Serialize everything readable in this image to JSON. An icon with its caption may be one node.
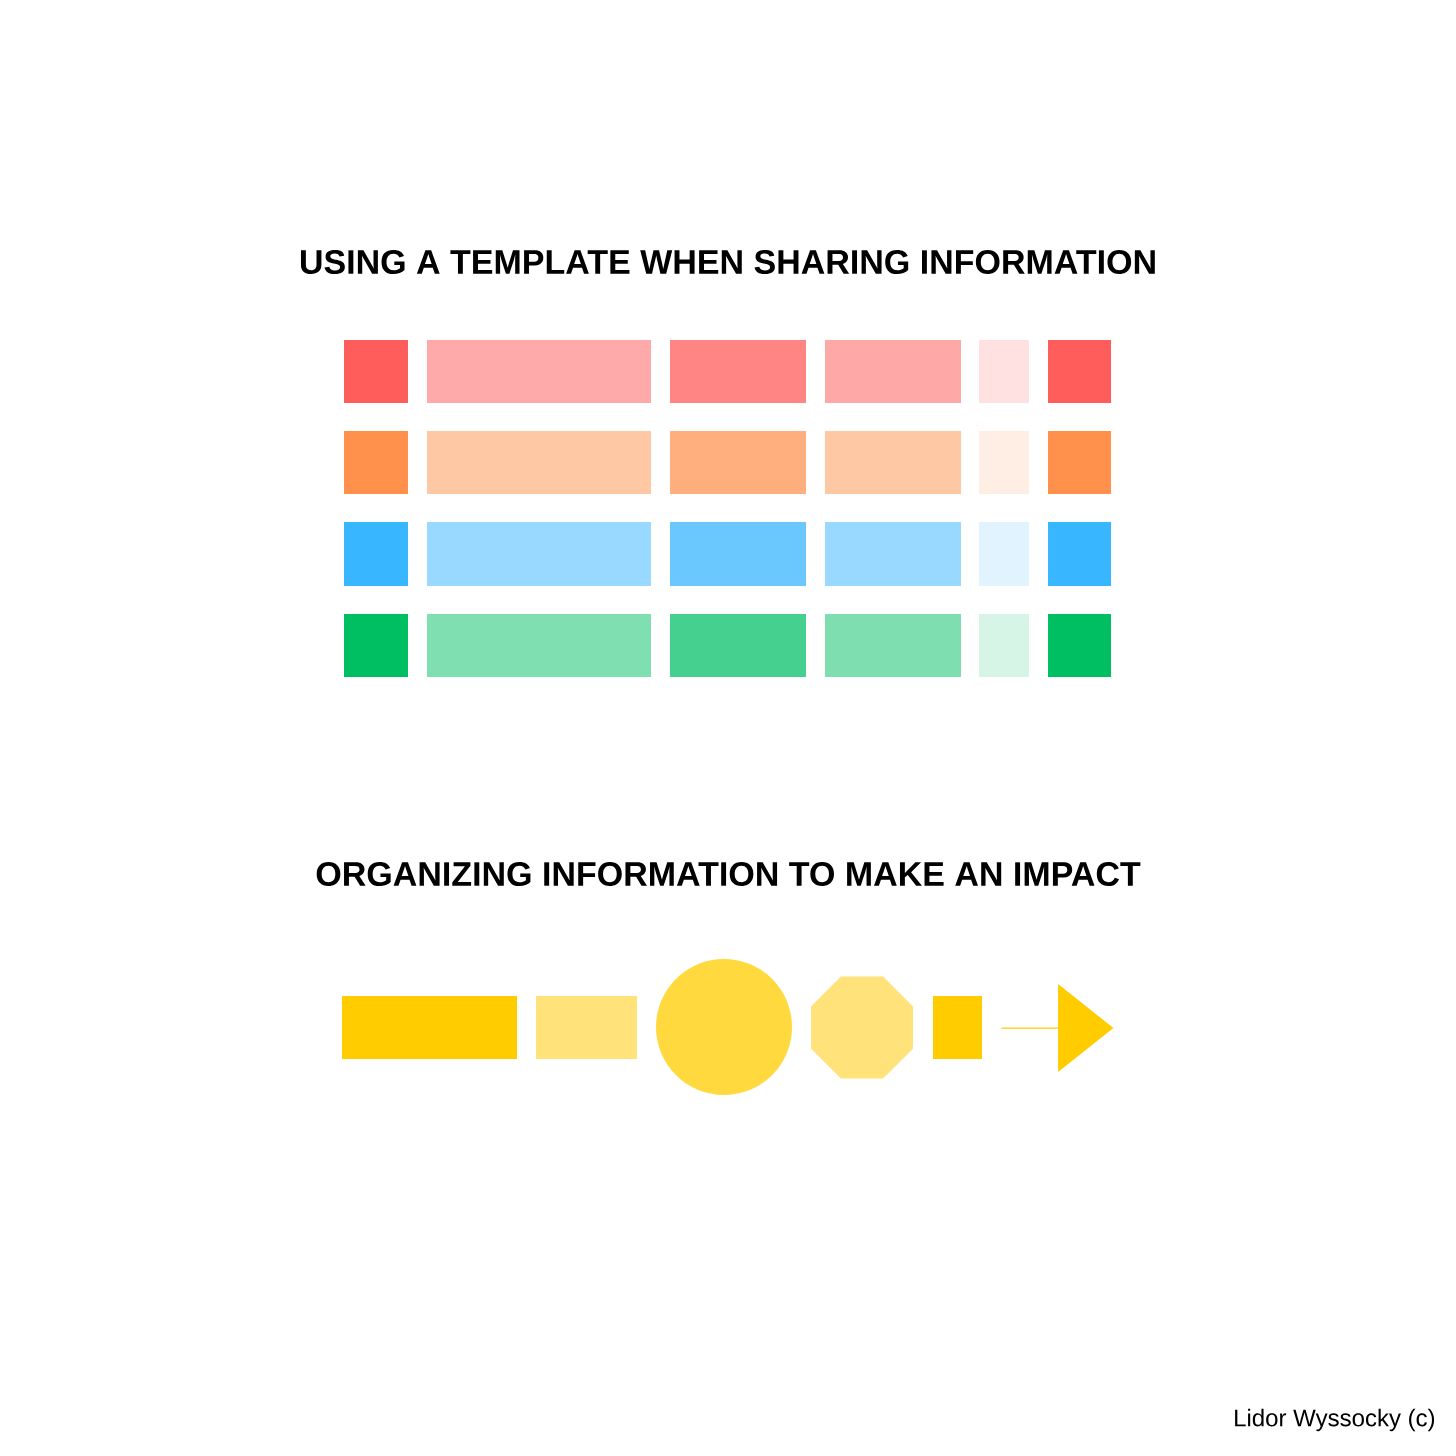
{
  "diagram": {
    "title": "USING A TEMPLATE WHEN SHARING INFORMATION",
    "nodes": [
      {
        "text": [],
        "shape": "box"
      },
      {
        "text": [],
        "shape": "box"
      },
      {
        "text": [],
        "shape": "box"
      },
      {
        "text": [],
        "shape": "box"
      },
      {
        "text": [],
        "shape": "box"
      },
      {
        "text": [],
        "shape": "box"
      },
      {
        "text": [],
        "shape": "box"
      },
      {
        "text": [],
        "shape": "box"
      },
      {
        "text": [],
        "shape": "box"
      },
      {
        "text": [],
        "shape": "box"
      },
      {
        "text": [],
        "shape": "box"
      },
      {
        "text": [],
        "shape": "box"
      },
      {
        "text": [],
        "shape": "box"
      },
      {
        "text": [],
        "shape": "box"
      },
      {
        "text": [],
        "shape": "box"
      },
      {
        "text": [],
        "shape": "box"
      },
      {
        "text": [],
        "shape": "box"
      },
      {
        "text": [],
        "shape": "box"
      },
      {
        "text": [],
        "shape": "box"
      },
      {
        "text": [],
        "shape": "box"
      },
      {
        "text": [],
        "shape": "box"
      },
      {
        "text": [],
        "shape": "box"
      },
      {
        "text": [],
        "shape": "box"
      },
      {
        "text": [],
        "shape": "box"
      },
      {
        "text": [],
        "shape": "box"
      },
      {
        "text": [],
        "shape": "box"
      },
      {
        "text": [],
        "shape": "circle"
      },
      {
        "text": [],
        "shape": "octagon"
      },
      {
        "text": [],
        "shape": "box"
      },
      {
        "text": [],
        "shape": "arrow"
      }
    ],
    "labels": [
      "ORGANIZING INFORMATION TO MAKE AN IMPACT",
      "Lidor Wyssocky (c)"
    ]
  }
}
